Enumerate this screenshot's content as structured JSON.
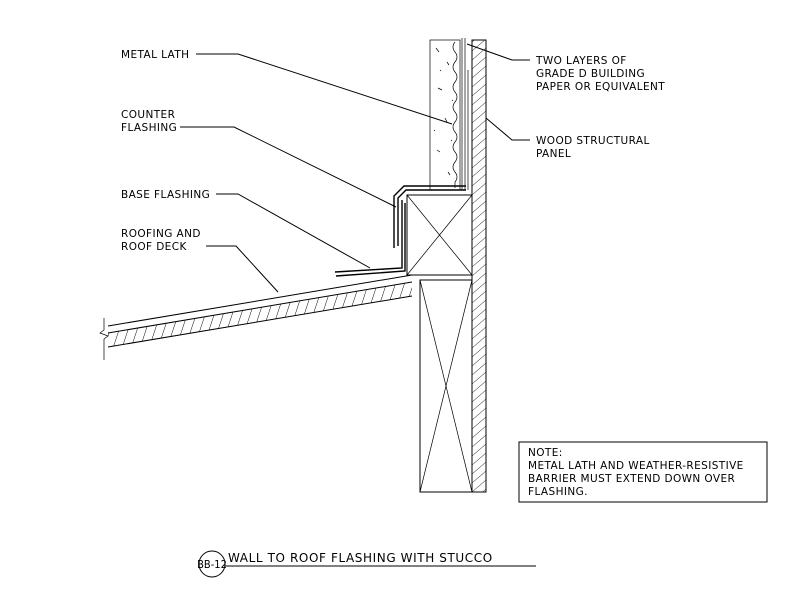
{
  "labels": {
    "metal_lath": "METAL LATH",
    "counter_flashing": [
      "COUNTER",
      "FLASHING"
    ],
    "base_flashing": "BASE FLASHING",
    "roofing": [
      "ROOFING AND",
      "ROOF DECK"
    ],
    "building_paper": [
      "TWO LAYERS OF",
      "GRADE D BUILDING",
      "PAPER OR EQUIVALENT"
    ],
    "structural_panel": [
      "WOOD STRUCTURAL",
      "PANEL"
    ]
  },
  "note": {
    "heading": "NOTE:",
    "lines": [
      "METAL LATH AND WEATHER-RESISTIVE",
      "BARRIER MUST EXTEND DOWN OVER",
      "FLASHING."
    ]
  },
  "title": {
    "tag": "BB-12",
    "text": "WALL TO ROOF FLASHING WITH STUCCO"
  }
}
